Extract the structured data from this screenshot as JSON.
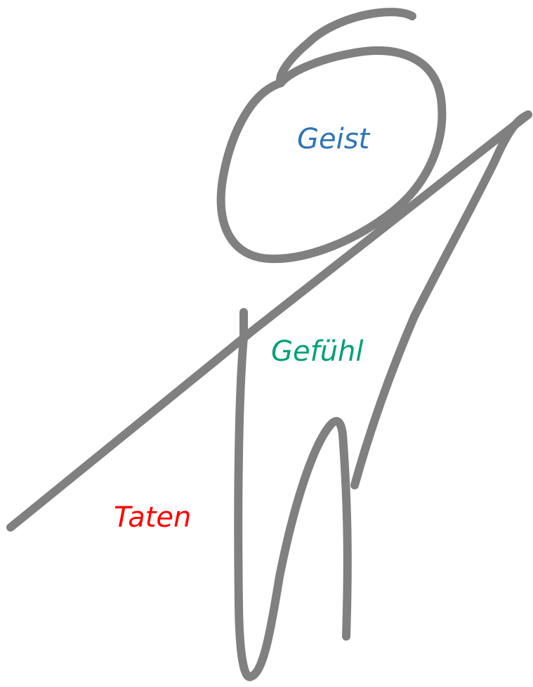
{
  "labels": {
    "mind": "Geist",
    "feeling": "Gefühl",
    "deeds": "Taten"
  },
  "colors": {
    "stroke": "#808080",
    "mind": "#2E75B6",
    "feeling": "#00A07A",
    "deeds": "#FF0000"
  }
}
